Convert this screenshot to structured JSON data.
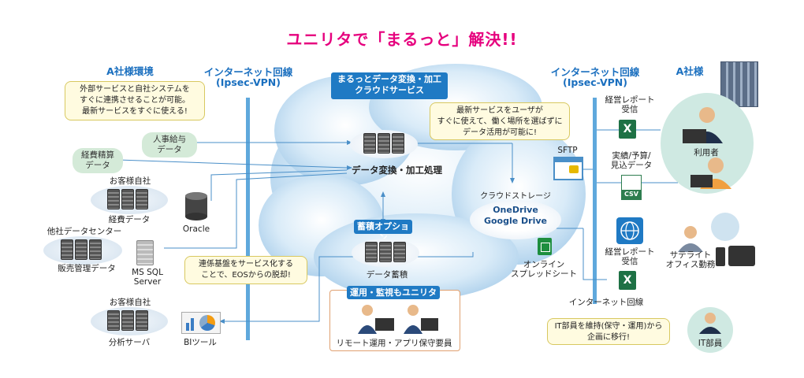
{
  "title": "ユニリタで「まるっと」解決!!",
  "left_env": {
    "header": "A社様環境",
    "note": "外部サービスと自社システムを\nすぐに連携させることが可能。\n最新サービスをすぐに使える!",
    "customer_top": "お客様自社",
    "expense_data": "経費データ",
    "oracle": "Oracle",
    "datacenter": "他社データセンター",
    "sales_data": "販売管理データ",
    "mssql": "MS SQL\nServer",
    "customer_bottom": "お客様自社",
    "analysis_server": "分析サーバ",
    "bi_tool": "BIツール"
  },
  "internet_left": {
    "line1": "インターネット回線",
    "line2": "(Ipsec-VPN)"
  },
  "internet_right": {
    "line1": "インターネット回線",
    "line2": "(Ipsec-VPN)"
  },
  "center": {
    "service_box": "まるっとデータ変換・加工\nクラウドサービス",
    "hr_payroll": "人事給与\nデータ",
    "expense_settle": "経費精算\nデータ",
    "processing": "データ変換・加工処理",
    "storage_option": "蓄積オプション",
    "data_storage": "データ蓄積",
    "note_service": "連係基盤をサービス化する\nことで、EOSからの脱却!",
    "ops_box": "運用・監視もユニリタで",
    "ops_label": "リモート運用・アプリ保守要員",
    "note_latest": "最新サービスをユーザが\nすぐに使えて、働く場所を選ばずに\nデータ活用が可能に!",
    "cloud_storage": "クラウドストレージ",
    "onedrive": "OneDrive",
    "gdrive": "Google Drive",
    "online_sheet": "オンライン\nスプレッドシート"
  },
  "right": {
    "header": "A社様",
    "sftp": "SFTP",
    "report_top": "経営レポート\n受信",
    "actual_budget": "実績/予算/\n見込データ",
    "csv": "CSV",
    "users": "利用者",
    "report_bottom": "経営レポート\n受信",
    "satellite": "サテライト\nオフィス勤務",
    "internet_plain": "インターネット回線",
    "note_it": "IT部員を維持(保守・運用)から\n企画に移行!",
    "it_staff": "IT部員"
  },
  "colors": {
    "title": "#e6007e",
    "header": "#1a6fbf",
    "line": "#5fa8dc",
    "box": "#1f7ac4"
  }
}
